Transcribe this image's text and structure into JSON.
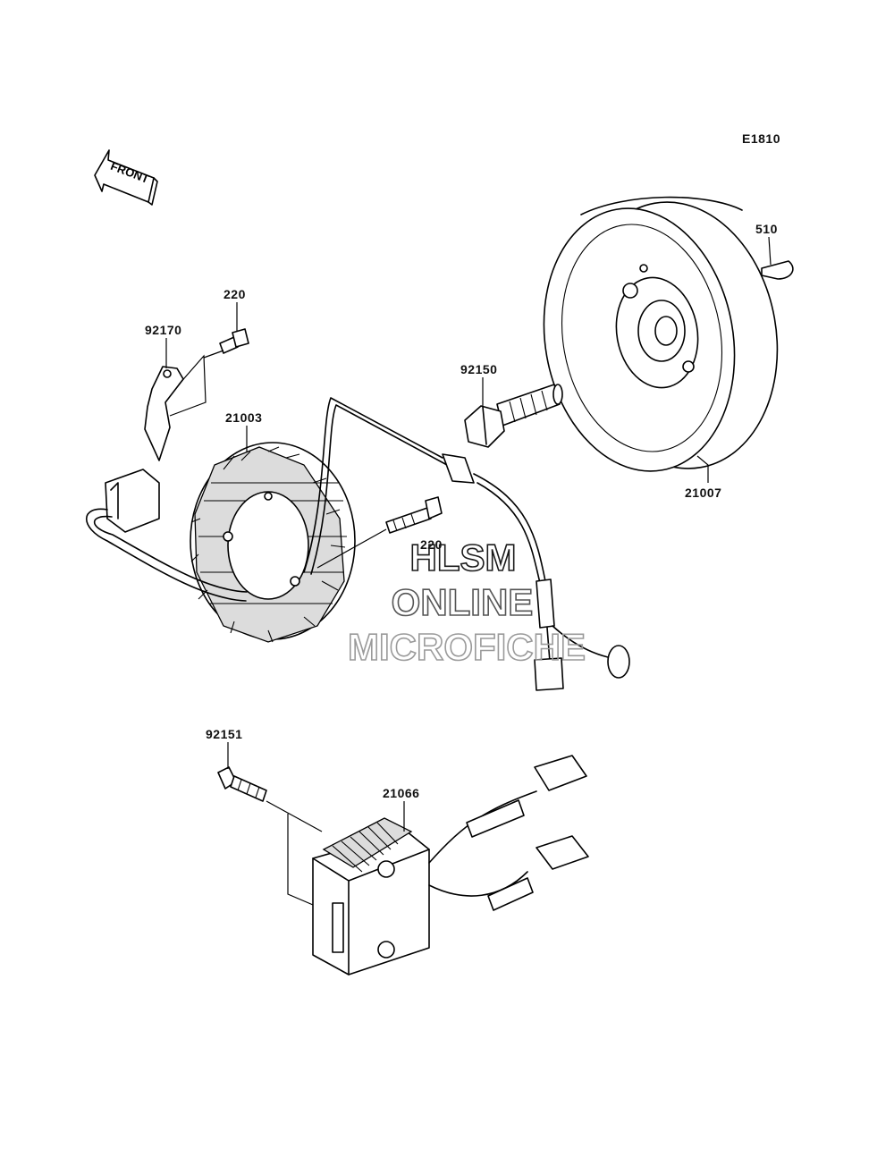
{
  "diagram": {
    "code": "E1810",
    "front_label": "FRONT",
    "parts": [
      {
        "part_no": "510"
      },
      {
        "part_no": "220"
      },
      {
        "part_no": "92170"
      },
      {
        "part_no": "21003"
      },
      {
        "part_no": "92150"
      },
      {
        "part_no": "21007"
      },
      {
        "part_no": "220"
      },
      {
        "part_no": "92151"
      },
      {
        "part_no": "21066"
      }
    ]
  },
  "watermark": {
    "line1": "HLSM",
    "line2": "ONLINE",
    "line3": "MICROFICHE",
    "color": "#9a9a9a"
  }
}
